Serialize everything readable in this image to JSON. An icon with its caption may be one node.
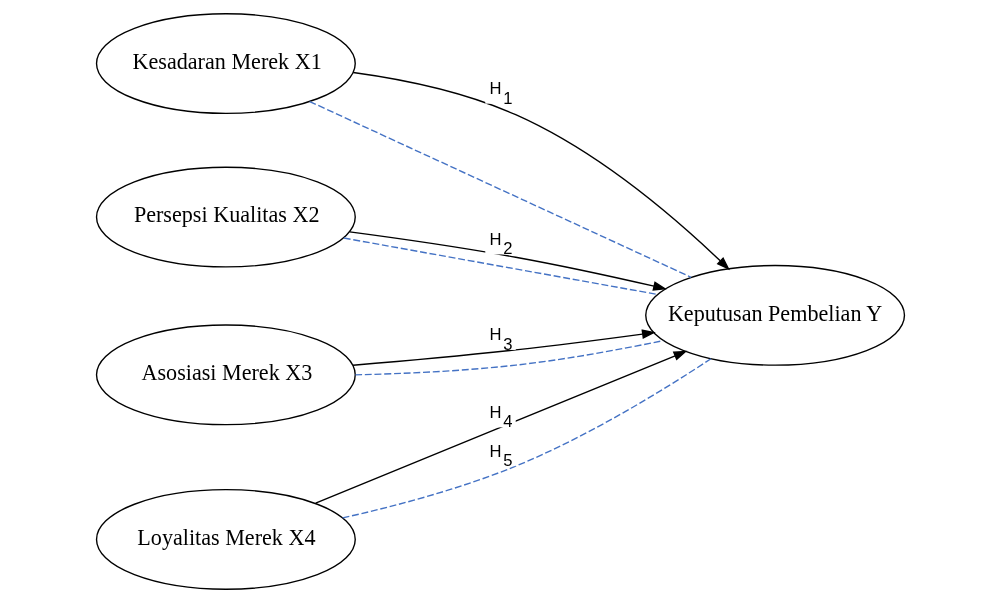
{
  "diagram": {
    "nodes": [
      {
        "text": [
          "Kesadaran Merek X1"
        ]
      },
      {
        "text": [
          "Persepsi Kualitas X2"
        ]
      },
      {
        "text": [
          "Asosiasi Merek X3"
        ]
      },
      {
        "text": [
          "Loyalitas Merek X4"
        ]
      },
      {
        "text": [
          "Keputusan Pembelian Y"
        ]
      }
    ],
    "edges": [
      {
        "from": 0,
        "to": 4,
        "arrow": "to",
        "label": "H$_{1}$"
      },
      {
        "from": 1,
        "to": 4,
        "arrow": "to",
        "label": "H$_{2}$"
      },
      {
        "from": 2,
        "to": 4,
        "arrow": "to",
        "label": "H$_{3}$"
      },
      {
        "from": 3,
        "to": 4,
        "arrow": "to",
        "label": "H$_{4}$"
      },
      {
        "from": 0,
        "to": 4,
        "arrow": "none",
        "style": "dashed",
        "color": "#4472c4"
      },
      {
        "from": 1,
        "to": 4,
        "arrow": "none",
        "style": "dashed",
        "color": "#4472c4"
      },
      {
        "from": 2,
        "to": 4,
        "arrow": "none",
        "style": "dashed",
        "color": "#4472c4"
      },
      {
        "from": 3,
        "to": 4,
        "arrow": "none",
        "style": "dashed",
        "color": "#4472c4",
        "label": "H$_{5}$"
      }
    ]
  }
}
